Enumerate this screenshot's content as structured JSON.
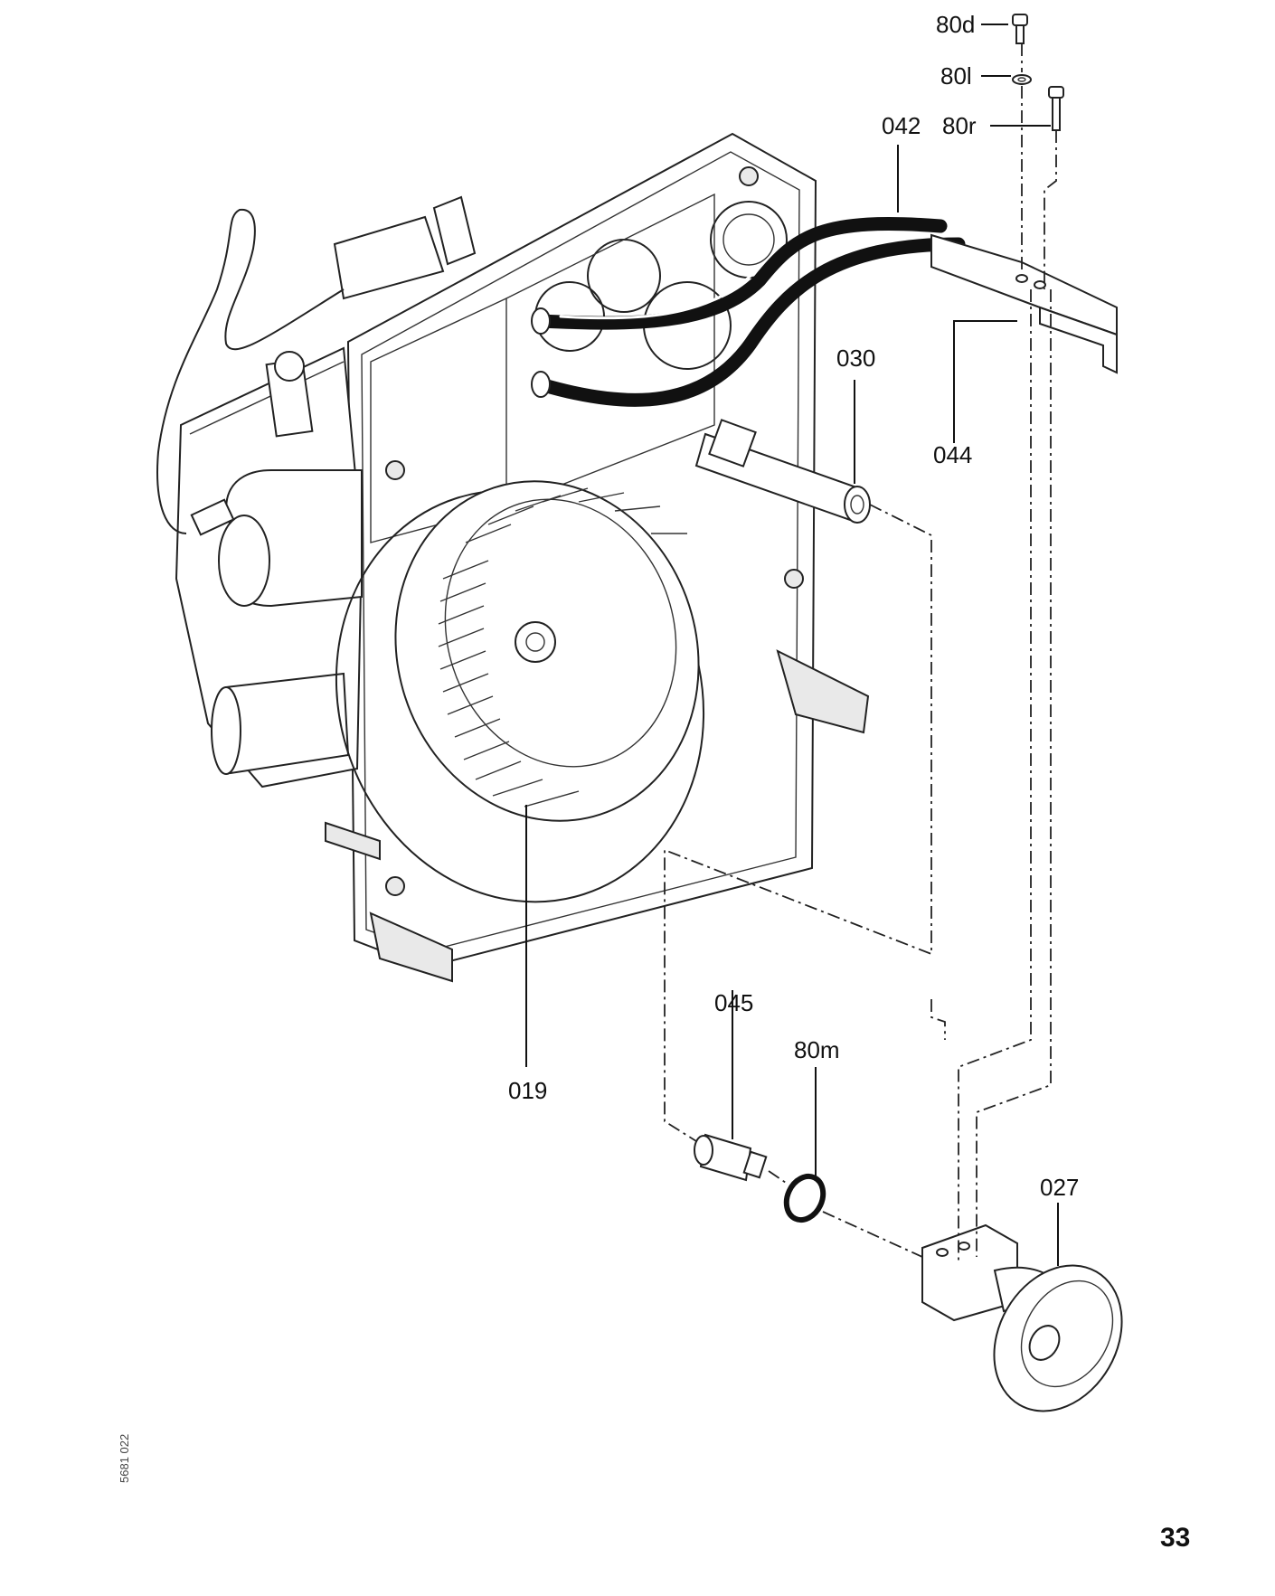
{
  "callouts": {
    "c80d": "80d",
    "c80l": "80l",
    "c80r": "80r",
    "c042": "042",
    "c030": "030",
    "c044": "044",
    "c019": "019",
    "c045": "045",
    "c80m": "80m",
    "c027": "027"
  },
  "drawing_code": "5681 022",
  "page_number": "33",
  "colors": {
    "line": "#222222",
    "hose": "#111111",
    "background": "#ffffff"
  }
}
